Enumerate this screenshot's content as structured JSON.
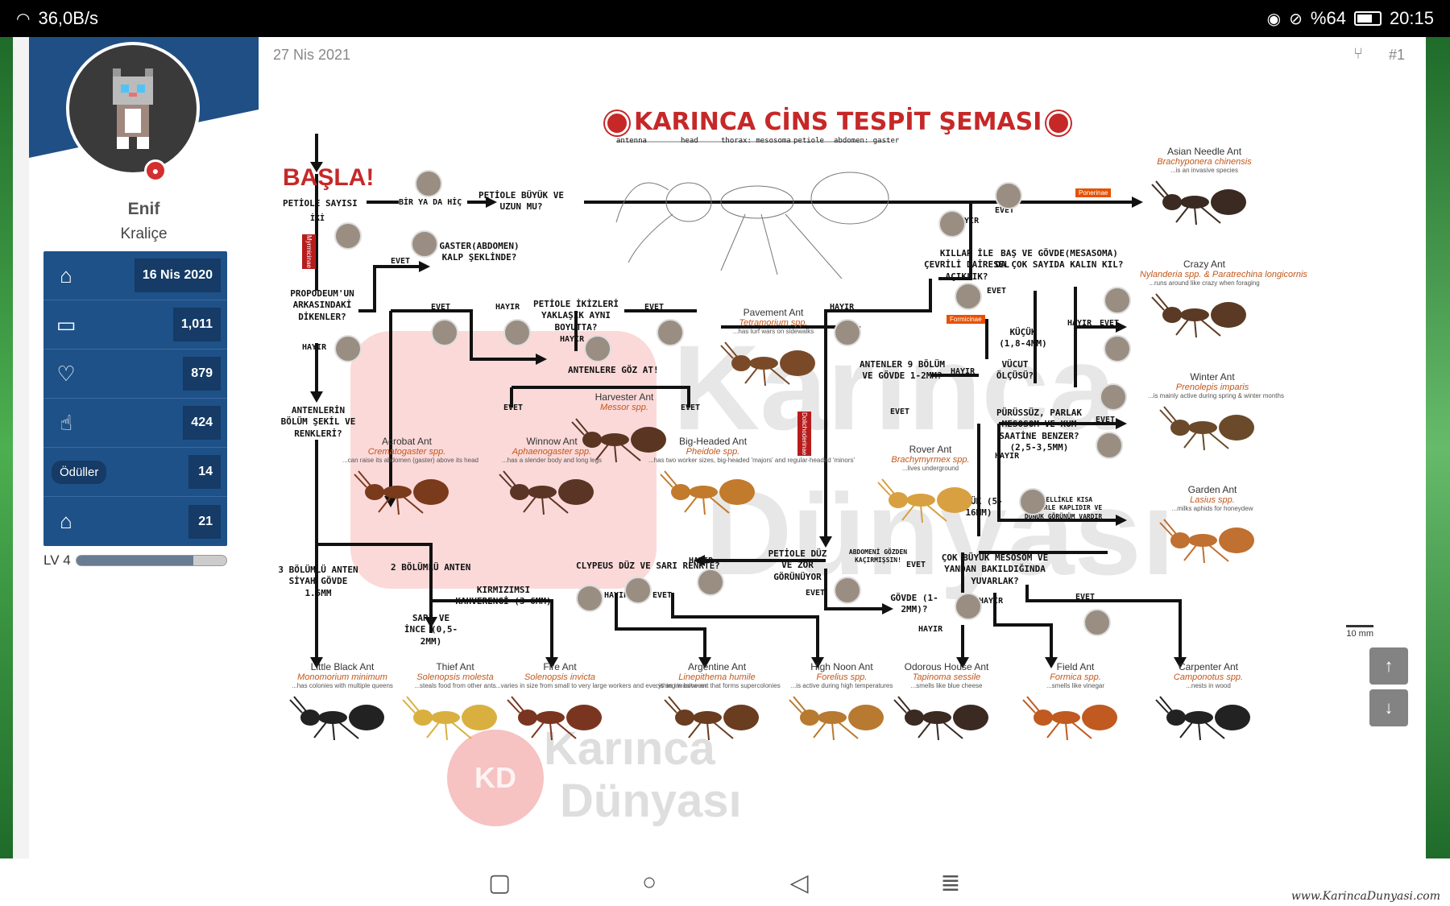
{
  "status": {
    "speed": "36,0B/s",
    "battery": "%64",
    "time": "20:15"
  },
  "profile": {
    "name": "Enif",
    "rank": "Kraliçe",
    "joined": "16 Nis 2020",
    "messages": "1,011",
    "reactions": "879",
    "points": "424",
    "awards_label": "Ödüller",
    "awards": "14",
    "age": "21",
    "level": "LV 4",
    "level_progress": 0.78
  },
  "post": {
    "date": "27 Nis 2021",
    "number": "#1"
  },
  "chart": {
    "title": "KARINCA CİNS TESPİT ŞEMASI",
    "start": "BAŞLA!",
    "watermark": "Karınca Dünyası",
    "watermark_logo": "KD",
    "credit": "www.KarincaDunyasi.com",
    "scale": "10 mm",
    "anatomy": [
      "antenna",
      "head",
      "thorax: mesosoma",
      "petiole",
      "abdomen: gaster"
    ],
    "questions": {
      "q1": "PETİOLE SAYISI",
      "iki": "İKİ",
      "bir": "BİR YA DA HİÇ",
      "q2": "PETİOLE BÜYÜK VE UZUN MU?",
      "q3": "GASTER(ABDOMEN) KALP ŞEKLİNDE?",
      "q4": "PROPODEUM'UN ARKASINDAKİ DİKENLER?",
      "q5": "PETİOLE İKİZLERİ YAKLAŞIK AYNI BOYUTTA?",
      "q6": "ANTENLERE GÖZ AT!",
      "q7": "ANTENLERİN BÖLÜM ŞEKİL VE RENKLERİ?",
      "q8": "KILLAR İLE ÇEVRİLİ DAİRESEL AÇIKLIK?",
      "q9": "BAŞ VE GÖVDE(MESASOMA) DA ÇOK SAYIDA KALIN KIL?",
      "q10": "ANTENLER 9 BÖLÜM VE GÖVDE 1-2MM?",
      "q11": "VÜCUT ÖLÇÜSÜ?",
      "q12": "KÜÇÜK (1,8-4MM)",
      "q13": "PÜRÜSSÜZ, PARLAK MESOSOM VE KUM SAATİNE BENZER? (2,5-3,5MM)",
      "q14": "BÜYÜK (5-16MM)",
      "q15": "GENELLİKLE KISA TÜYLERLE KAPLIDIR VE DONUK GÖRÜNÜM VARDIR",
      "q16": "3 BÖLÜMLÜ ANTEN SİYAH GÖVDE 1.5MM",
      "q17": "2 BÖLÜMLÜ ANTEN",
      "q18": "KIRMIZIMSI KAHVERENGİ (3-6MM)",
      "q19": "SARI VE İNCE (0,5-2MM)",
      "q20": "CLYPEUS DÜZ VE SARI RENKTE?",
      "q21": "PETİOLE DÜZ VE ZOR GÖRÜNÜYOR",
      "q22": "ABDOMENİ GÖZDEN KAÇIRMIŞSIN!",
      "q23": "GÖVDE (1-2MM)?",
      "q24": "ÇOK BÜYÜK MESOSOM VE YANDAN BAKILDIĞINDA YUVARLAK?"
    },
    "labels": {
      "evet": "EVET",
      "hayir": "HAYIR",
      "ponerinae": "Ponerinae",
      "formicinae": "Formicinae",
      "myrmicinae": "Myrmicinae",
      "dolichoderinae": "Dolichoderinae"
    },
    "ants": [
      {
        "name": "Asian Needle Ant",
        "sci": "Brachyponera chinensis",
        "desc": "...is an invasive species"
      },
      {
        "name": "Crazy Ant",
        "sci": "Nylanderia spp. & Paratrechina longicornis",
        "desc": "...runs around like crazy when foraging"
      },
      {
        "name": "Pavement Ant",
        "sci": "Tetramorium spp.",
        "desc": "...has turf wars on sidewalks"
      },
      {
        "name": "Winter Ant",
        "sci": "Prenolepis imparis",
        "desc": "...is mainly active during spring & winter months"
      },
      {
        "name": "Harvester Ant",
        "sci": "Messor spp.",
        "desc": ""
      },
      {
        "name": "Acrobat Ant",
        "sci": "Crematogaster spp.",
        "desc": "...can raise its abdomen (gaster) above its head"
      },
      {
        "name": "Winnow Ant",
        "sci": "Aphaenogaster spp.",
        "desc": "...has a slender body and long legs"
      },
      {
        "name": "Big-Headed Ant",
        "sci": "Pheidole spp.",
        "desc": "...has two worker sizes, big-headed 'majors' and regular-headed 'minors'"
      },
      {
        "name": "Rover Ant",
        "sci": "Brachymyrmex spp.",
        "desc": "...lives underground"
      },
      {
        "name": "Garden Ant",
        "sci": "Lasius spp.",
        "desc": "...milks aphids for honeydew"
      },
      {
        "name": "Little Black Ant",
        "sci": "Monomorium minimum",
        "desc": "...has colonies with multiple queens"
      },
      {
        "name": "Thief Ant",
        "sci": "Solenopsis molesta",
        "desc": "...steals food from other ants"
      },
      {
        "name": "Fire Ant",
        "sci": "Solenopsis invicta",
        "desc": "...varies in size from small to very large workers and everything in between"
      },
      {
        "name": "Argentine Ant",
        "sci": "Linepithema humile",
        "desc": "...is an invasive ant that forms supercolonies"
      },
      {
        "name": "High Noon Ant",
        "sci": "Forelius spp.",
        "desc": "...is active during high temperatures"
      },
      {
        "name": "Odorous House Ant",
        "sci": "Tapinoma sessile",
        "desc": "...smells like blue cheese"
      },
      {
        "name": "Field Ant",
        "sci": "Formica spp.",
        "desc": "...smells like vinegar"
      },
      {
        "name": "Carpenter Ant",
        "sci": "Camponotus spp.",
        "desc": "...nests in wood"
      }
    ]
  }
}
